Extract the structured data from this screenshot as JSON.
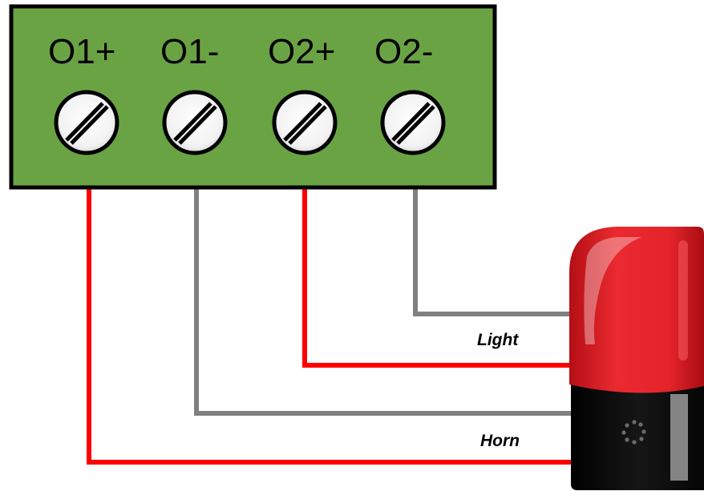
{
  "terminal_block": {
    "color": "#6aa344",
    "terminals": [
      {
        "label": "O1+",
        "wire_color": "#ff0000"
      },
      {
        "label": "O1-",
        "wire_color": "#808080"
      },
      {
        "label": "O2+",
        "wire_color": "#ff0000"
      },
      {
        "label": "O2-",
        "wire_color": "#808080"
      }
    ]
  },
  "beacon": {
    "dome_color": "#e8232a",
    "base_color": "#111111"
  },
  "wires": {
    "light_label": "Light",
    "horn_label": "Horn",
    "positive_color": "#ff0000",
    "negative_color": "#808080"
  }
}
